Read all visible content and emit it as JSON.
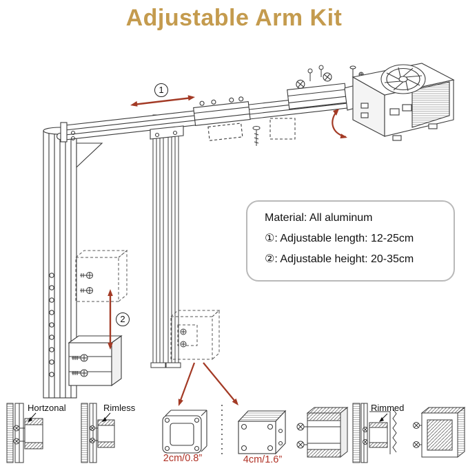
{
  "page": {
    "title": "Adjustable Arm Kit"
  },
  "colors": {
    "title_gold": "#C49B4E",
    "accent_red": "#A33A25",
    "label_red": "#B03226",
    "line_gray": "#3A3A3A"
  },
  "callouts": {
    "step1": "1",
    "step2": "2"
  },
  "spec_box": {
    "material": "Material: All aluminum",
    "length": "①: Adjustable length: 12-25cm",
    "height": "②: Adjustable height: 20-35cm"
  },
  "bottom_row": {
    "horizontal_label": "Hortzonal",
    "rimless_label": "Rimless",
    "tube_small_size": "2cm/0.8”",
    "tube_large_size": "4cm/1.6”",
    "rimmed_label": "Rimmed"
  }
}
